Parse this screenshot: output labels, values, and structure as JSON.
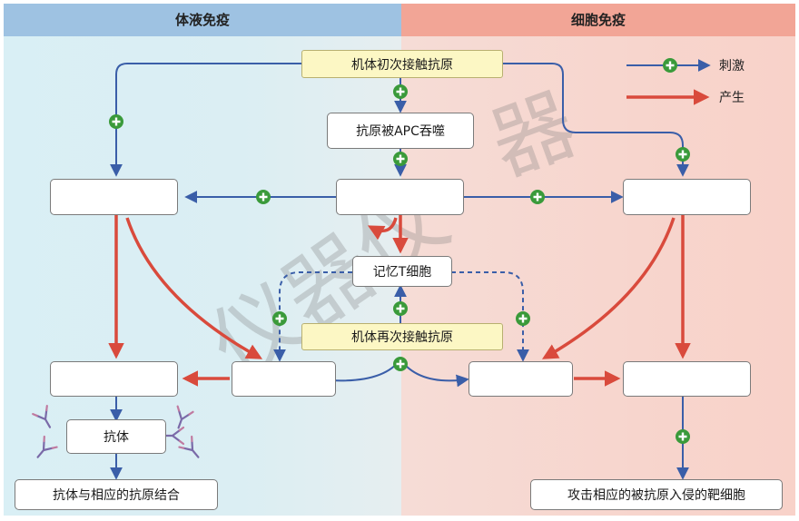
{
  "headers": {
    "humoral": "体液免疫",
    "cellular": "细胞免疫"
  },
  "legend": {
    "stimulate": "刺激",
    "produce": "产生"
  },
  "boxes": {
    "first_contact": "机体初次接触抗原",
    "apc": "抗原被APC吞噬",
    "memory_t": "记忆T细胞",
    "second_contact": "机体再次接触抗原",
    "antibody": "抗体",
    "antibody_bind": "抗体与相应的抗原结合",
    "attack_target": "攻击相应的被抗原入侵的靶细胞"
  },
  "colors": {
    "stimulate": "#3a5ea8",
    "produce": "#d94a3c",
    "plus": "#3a9a3a"
  }
}
